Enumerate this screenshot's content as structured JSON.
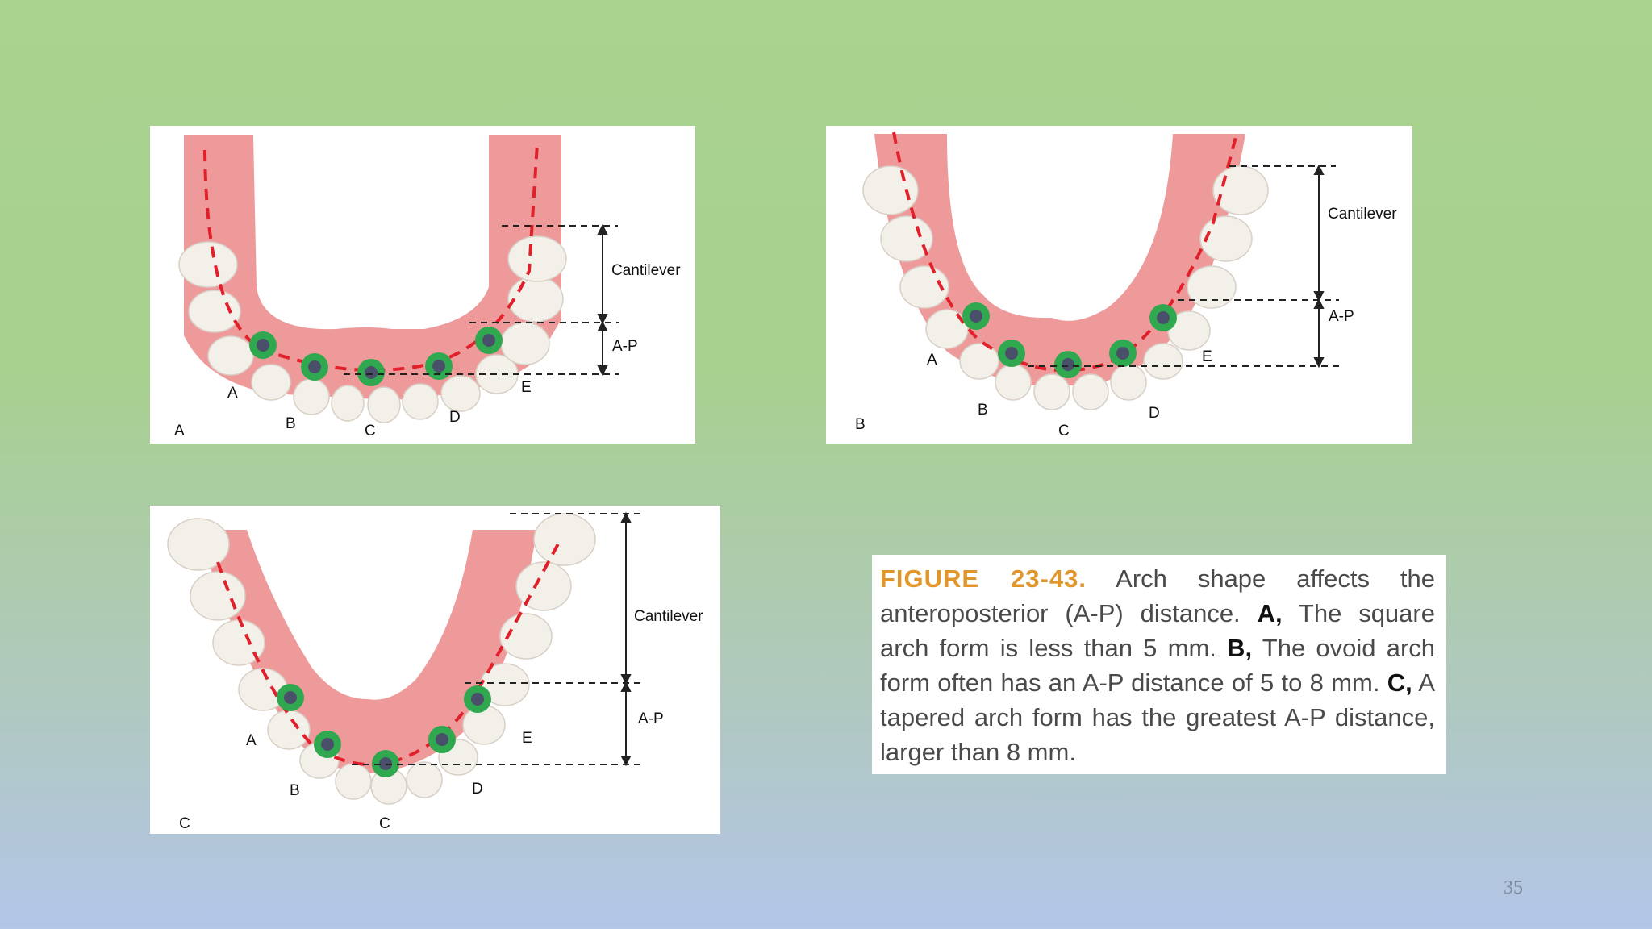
{
  "panels": {
    "a": {
      "panel_letter": "A",
      "implant_labels": [
        "A",
        "B",
        "C",
        "D",
        "E"
      ],
      "cantilever_label": "Cantilever",
      "ap_label": "A-P"
    },
    "b": {
      "panel_letter": "B",
      "implant_labels": [
        "A",
        "B",
        "C",
        "D",
        "E"
      ],
      "cantilever_label": "Cantilever",
      "ap_label": "A-P"
    },
    "c": {
      "panel_letter": "C",
      "implant_labels": [
        "A",
        "B",
        "C",
        "D",
        "E"
      ],
      "cantilever_label": "Cantilever",
      "ap_label": "A-P"
    }
  },
  "caption": {
    "figure_label": "FIGURE 23-43.",
    "intro": "Arch shape affects the anteroposterior (A-P) distance.",
    "a_marker": "A,",
    "a_text": "The square arch form is less than 5 mm.",
    "b_marker": "B,",
    "b_text": "The ovoid arch form often has an A-P distance of 5 to 8 mm.",
    "c_marker": "C,",
    "c_text": "A tapered arch form has the greatest A-P distance, larger than 8 mm."
  },
  "page_number": "35",
  "colors": {
    "gum": "#ee9a9a",
    "gum_dark": "#d97878",
    "implant_ring": "#2fa84f",
    "implant_core": "#4a4f6a",
    "arch_line": "#e0202a",
    "caption_figure": "#e0962b"
  }
}
